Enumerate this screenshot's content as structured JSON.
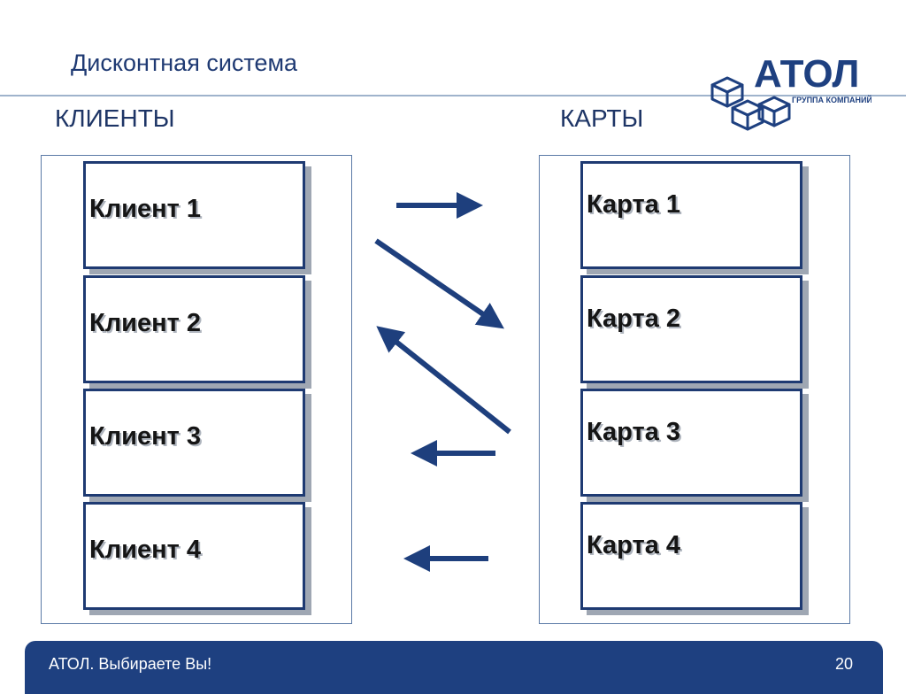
{
  "slide": {
    "title": "Дисконтная система"
  },
  "columns": {
    "left_header": "КЛИЕНТЫ",
    "right_header": "КАРТЫ"
  },
  "clients": [
    {
      "label": "Клиент 1"
    },
    {
      "label": "Клиент 2"
    },
    {
      "label": "Клиент 3"
    },
    {
      "label": "Клиент 4"
    }
  ],
  "cards": [
    {
      "label": "Карта 1"
    },
    {
      "label": "Карта 2"
    },
    {
      "label": "Карта 3"
    },
    {
      "label": "Карта 4"
    }
  ],
  "logo": {
    "brand": "АТОЛ",
    "tagline": "ГРУППА КОМПАНИЙ"
  },
  "footer": {
    "text": "АТОЛ. Выбираете Вы!",
    "page": "20"
  },
  "colors": {
    "brand": "#1e4080",
    "box_border": "#1e3a72",
    "arrow": "#1e3f7d"
  },
  "icons": {
    "logo": "atol-cubes-icon"
  }
}
